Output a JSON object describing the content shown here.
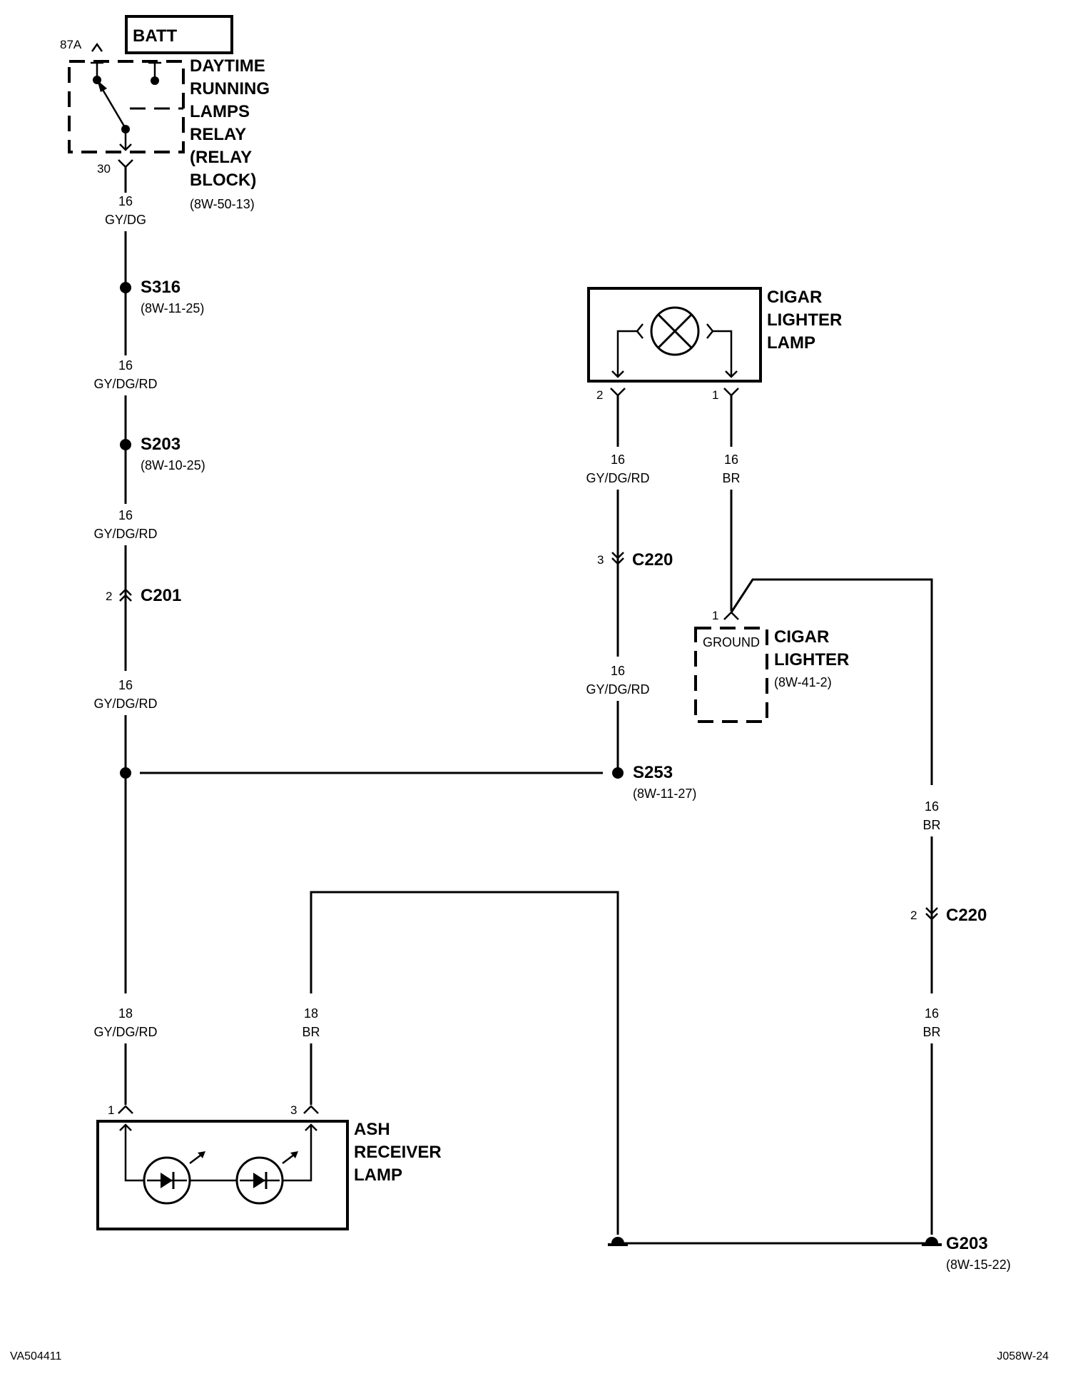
{
  "batt": "BATT",
  "relay": {
    "pin_87a": "87A",
    "pin_30": "30",
    "name_lines": [
      "DAYTIME",
      "RUNNING",
      "LAMPS",
      "RELAY",
      "(RELAY",
      "BLOCK)"
    ],
    "ref": "(8W-50-13)"
  },
  "splices": {
    "s316": {
      "name": "S316",
      "ref": "(8W-11-25)"
    },
    "s203": {
      "name": "S203",
      "ref": "(8W-10-25)"
    },
    "s253": {
      "name": "S253",
      "ref": "(8W-11-27)"
    }
  },
  "connectors": {
    "c201": {
      "name": "C201",
      "pin": "2"
    },
    "c220_a": {
      "name": "C220",
      "pin": "3"
    },
    "c220_b": {
      "name": "C220",
      "pin": "2"
    }
  },
  "wires": {
    "w1": {
      "gauge": "16",
      "color": "GY/DG"
    },
    "w2": {
      "gauge": "16",
      "color": "GY/DG/RD"
    },
    "w3": {
      "gauge": "16",
      "color": "GY/DG/RD"
    },
    "w4": {
      "gauge": "16",
      "color": "GY/DG/RD"
    },
    "w5": {
      "gauge": "16",
      "color": "GY/DG/RD"
    },
    "w6": {
      "gauge": "16",
      "color": "BR"
    },
    "w7": {
      "gauge": "16",
      "color": "GY/DG/RD"
    },
    "w8": {
      "gauge": "16",
      "color": "BR"
    },
    "w9": {
      "gauge": "16",
      "color": "BR"
    },
    "w10": {
      "gauge": "18",
      "color": "GY/DG/RD"
    },
    "w11": {
      "gauge": "18",
      "color": "BR"
    }
  },
  "cigar_lamp": {
    "name_lines": [
      "CIGAR",
      "LIGHTER",
      "LAMP"
    ],
    "pin_left": "2",
    "pin_right": "1"
  },
  "cigar_lighter": {
    "name_lines": [
      "CIGAR",
      "LIGHTER"
    ],
    "ref": "(8W-41-2)",
    "ground": "GROUND",
    "pin": "1"
  },
  "ash_lamp": {
    "name_lines": [
      "ASH",
      "RECEIVER",
      "LAMP"
    ],
    "pin_left": "1",
    "pin_right": "3"
  },
  "ground": {
    "name": "G203",
    "ref": "(8W-15-22)"
  },
  "footer": {
    "left": "VA504411",
    "right": "J058W-24"
  }
}
